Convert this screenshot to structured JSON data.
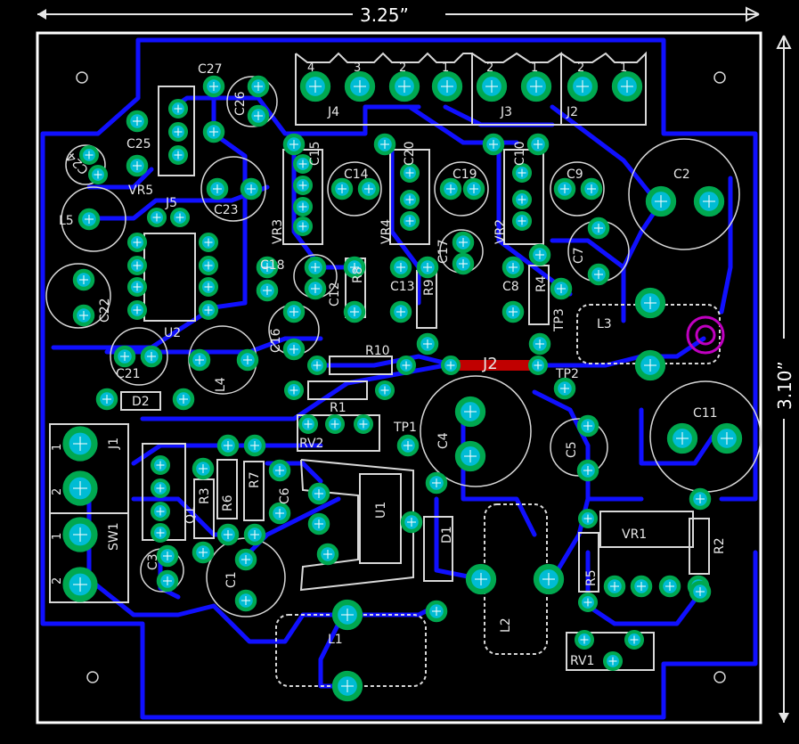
{
  "board": {
    "width_label": "3.25”",
    "height_label": "3.10”"
  },
  "labels": {
    "C27": "C27",
    "C26": "C26",
    "C25": "C25",
    "C24": "C24",
    "VR5": "VR5",
    "J5": "J5",
    "L5": "L5",
    "C23": "C23",
    "C22": "C22",
    "U2": "U2",
    "C21": "C21",
    "L4": "L4",
    "D2": "D2",
    "C15": "C15",
    "VR3": "VR3",
    "C18": "C18",
    "C16": "C16",
    "C14": "C14",
    "C12": "C12",
    "R8": "R8",
    "C20": "C20",
    "VR4": "VR4",
    "C17": "C17",
    "C19": "C19",
    "C13": "C13",
    "R9": "R9",
    "C10": "C10",
    "VR2": "VR2",
    "C9": "C9",
    "C8": "C8",
    "R4": "R4",
    "C7": "C7",
    "C2": "C2",
    "TP3": "TP3",
    "L3": "L3",
    "R10": "R10",
    "J2_jumper": "J2",
    "TP2": "TP2",
    "R1": "R1",
    "RV2": "RV2",
    "TP1": "TP1",
    "C4": "C4",
    "C11": "C11",
    "C5": "C5",
    "J1": "J1",
    "SW1": "SW1",
    "Q1": "Q1",
    "R3": "R3",
    "R6": "R6",
    "R7": "R7",
    "C6": "C6",
    "U1": "U1",
    "D1": "D1",
    "VR1": "VR1",
    "R2": "R2",
    "C3": "C3",
    "C1": "C1",
    "L2": "L2",
    "R5": "R5",
    "L1": "L1",
    "RV1": "RV1",
    "J4": "J4",
    "J3": "J3",
    "J2": "J2"
  },
  "header_pins": {
    "J4": [
      "4",
      "3",
      "2",
      "1"
    ],
    "J3": [
      "2",
      "1"
    ],
    "J2": [
      "2",
      "1"
    ],
    "J1": [
      "1",
      "2"
    ],
    "SW1": [
      "1",
      "2"
    ]
  },
  "colors": {
    "background": "#000000",
    "trace": "#1010ff",
    "pad_ring": "#00a850",
    "pad_fill": "#00bcd4",
    "silkscreen": "#d8d8d8",
    "outline": "#ffffff",
    "jumper_trace": "#c00000",
    "trimmer": "#c000c0"
  }
}
